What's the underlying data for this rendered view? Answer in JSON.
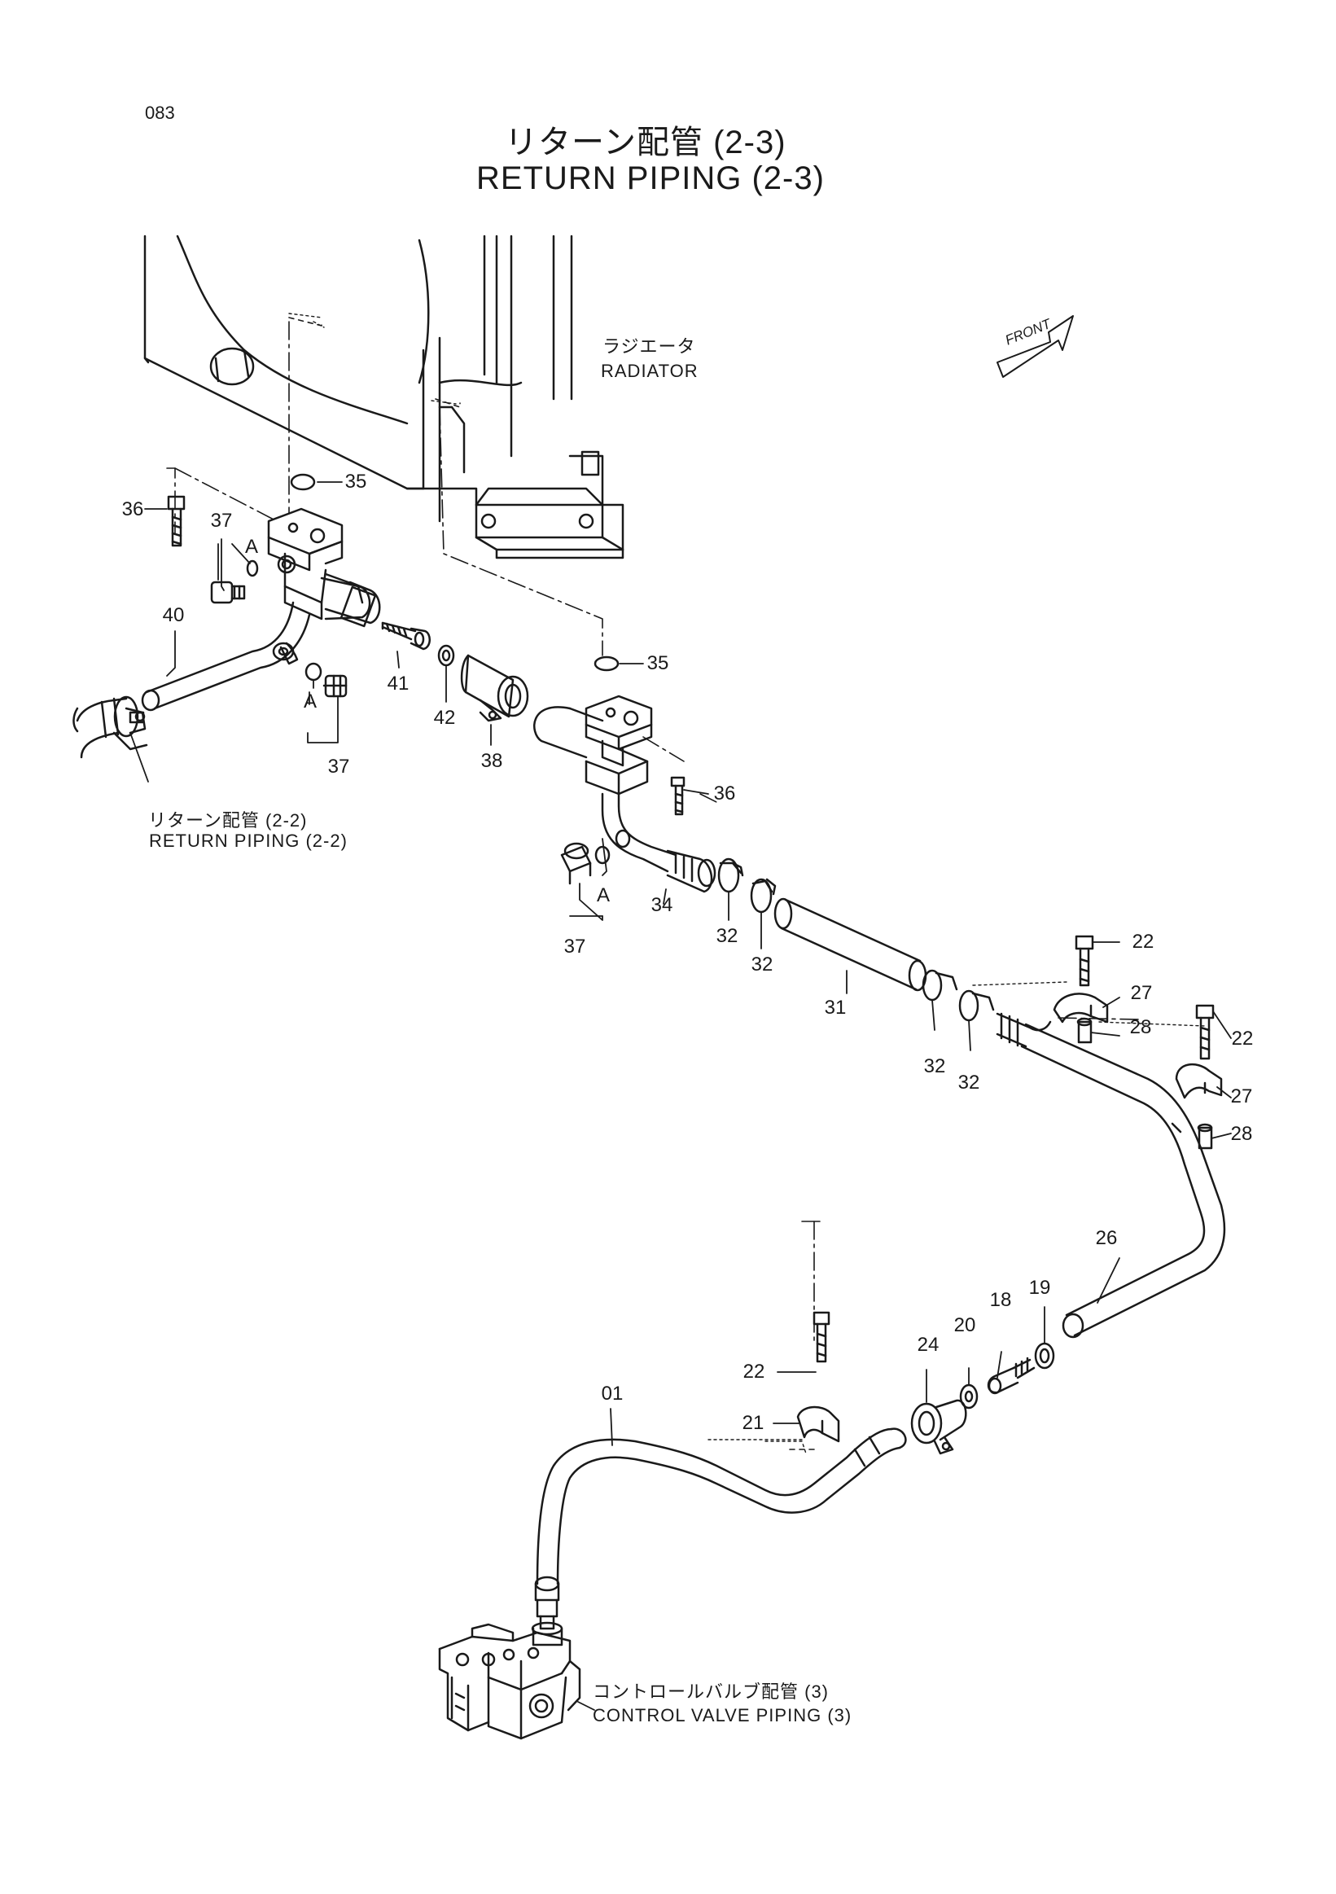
{
  "page_number": "083",
  "title": {
    "jp": "リターン配管 (2-3)",
    "en": "RETURN PIPING (2-3)"
  },
  "front_label": "FRONT",
  "references": {
    "radiator": {
      "jp": "ラジエータ",
      "en": "RADIATOR"
    },
    "return_piping_2_2": {
      "jp": "リターン配管 (2-2)",
      "en": "RETURN PIPING (2-2)"
    },
    "control_valve_piping": {
      "jp": "コントロールバルブ配管 (3)",
      "en": "CONTROL VALVE PIPING (3)"
    }
  },
  "callouts": [
    "35",
    "36",
    "37",
    "A",
    "40",
    "41",
    "42",
    "38",
    "A",
    "37",
    "35",
    "36",
    "37",
    "A",
    "34",
    "32",
    "32",
    "31",
    "22",
    "27",
    "28",
    "22",
    "27",
    "28",
    "32",
    "32",
    "26",
    "19",
    "18",
    "20",
    "24",
    "22",
    "21",
    "01"
  ]
}
